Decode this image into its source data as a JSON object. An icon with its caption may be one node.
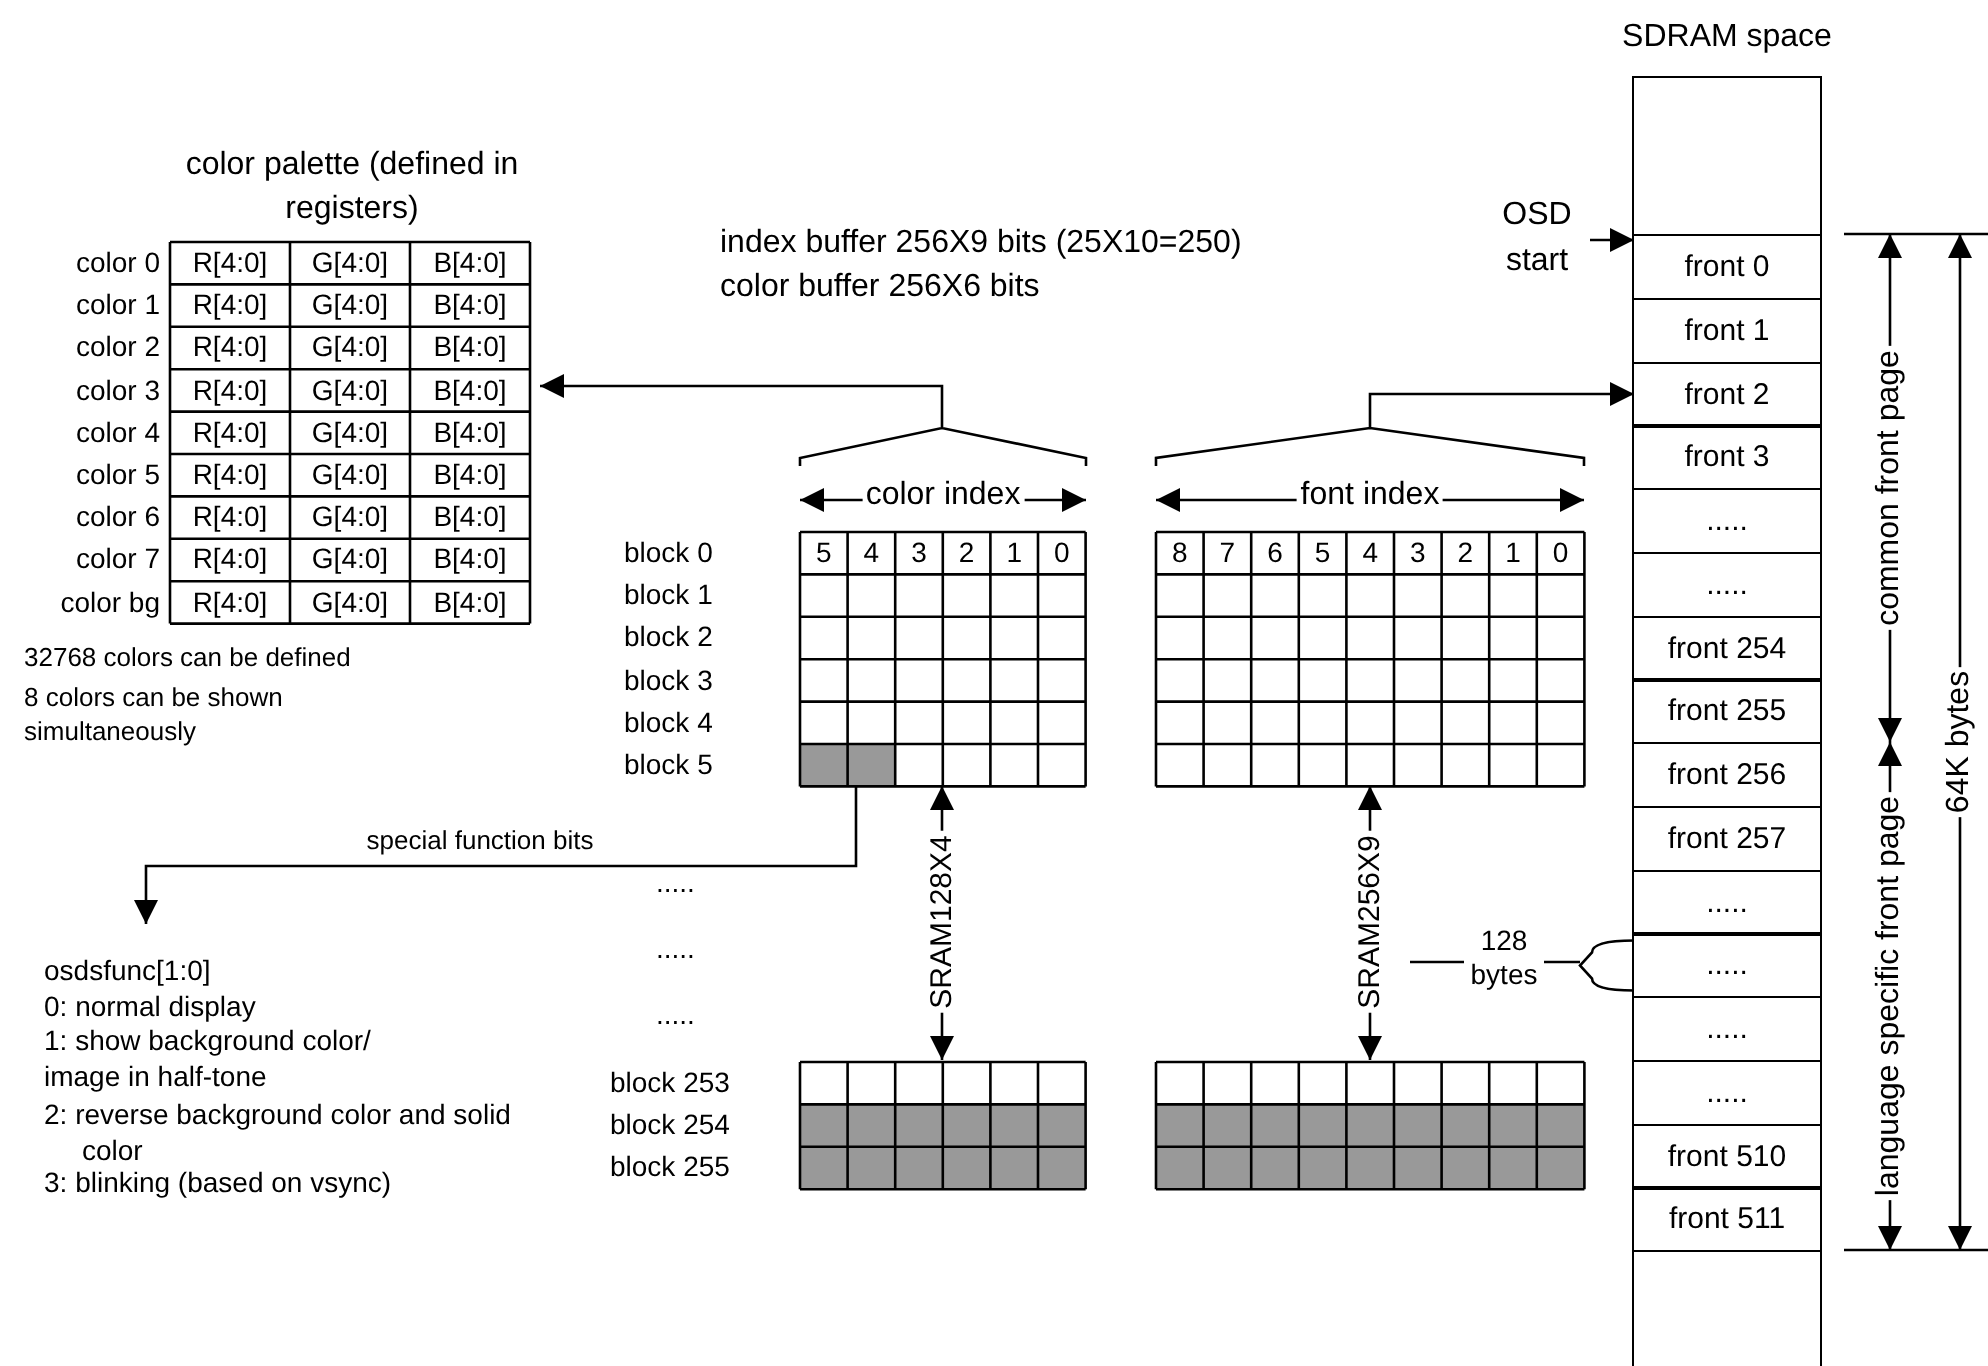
{
  "diagram": {
    "nodes": [
      {
        "text": [
          "color palette (defined in registers)"
        ]
      },
      {
        "text": [
          "color index"
        ]
      },
      {
        "text": [
          "font index"
        ]
      },
      {
        "text": [],
        "shape": "box"
      },
      {
        "text": [],
        "shape": "box"
      },
      {
        "text": [
          "osdsfunc[1:0]",
          "0: normal display",
          "1: show background color/ image in half-tone",
          "2: reverse background color and solid color",
          "3: blinking (based on vsync)"
        ]
      },
      {
        "text": [
          "OSD start"
        ]
      },
      {
        "text": [
          "SDRAM space"
        ]
      },
      {
        "text": [
          "front 0"
        ],
        "in": 7
      },
      {
        "text": [
          "front 1"
        ],
        "in": 7
      },
      {
        "text": [
          "front 2"
        ],
        "in": 7
      },
      {
        "text": [
          "front 3"
        ],
        "in": 7
      },
      {
        "text": [
          "....."
        ],
        "in": 7
      },
      {
        "text": [
          "....."
        ],
        "in": 7
      },
      {
        "text": [
          "front 254"
        ],
        "in": 7
      },
      {
        "text": [
          "front 255"
        ],
        "in": 7
      },
      {
        "text": [
          "front 256"
        ],
        "in": 7
      },
      {
        "text": [
          "front 257"
        ],
        "in": 7
      },
      {
        "text": [
          "....."
        ],
        "in": 7
      },
      {
        "text": [
          "....."
        ],
        "in": 7
      },
      {
        "text": [
          "....."
        ],
        "in": 7
      },
      {
        "text": [
          "....."
        ],
        "in": 7
      },
      {
        "text": [
          "front 510"
        ],
        "in": 7
      },
      {
        "text": [
          "front 511"
        ],
        "in": 7
      },
      {
        "text": [
          "128 bytes"
        ]
      }
    ],
    "edges": [
      {
        "from": 1,
        "to": 0,
        "arrow": "to"
      },
      {
        "from": 2,
        "to": 10,
        "arrow": "to"
      },
      {
        "from": 6,
        "to": 8,
        "arrow": "to"
      },
      {
        "from": 1,
        "to": 3,
        "arrow": "both",
        "label": "SRAM128X4"
      },
      {
        "from": 2,
        "to": 4,
        "arrow": "both",
        "label": "SRAM256X9"
      },
      {
        "from": 1,
        "to": 5,
        "arrow": "to",
        "label": "special function bits"
      },
      {
        "from": 24,
        "to": 19,
        "arrow": "none"
      }
    ],
    "labels": [
      "index buffer 256X9 bits (25X10=250)",
      "color buffer 256X6 bits",
      "color 0",
      "R[4:0]",
      "G[4:0]",
      "B[4:0]",
      "color 1",
      "R[4:0]",
      "G[4:0]",
      "B[4:0]",
      "color 2",
      "R[4:0]",
      "G[4:0]",
      "B[4:0]",
      "color 3",
      "R[4:0]",
      "G[4:0]",
      "B[4:0]",
      "color 4",
      "R[4:0]",
      "G[4:0]",
      "B[4:0]",
      "color 5",
      "R[4:0]",
      "G[4:0]",
      "B[4:0]",
      "color 6",
      "R[4:0]",
      "G[4:0]",
      "B[4:0]",
      "color 7",
      "R[4:0]",
      "G[4:0]",
      "B[4:0]",
      "color bg",
      "R[4:0]",
      "G[4:0]",
      "B[4:0]",
      "block 0",
      "5",
      "4",
      "3",
      "2",
      "1",
      "0",
      "8",
      "7",
      "6",
      "5",
      "4",
      "3",
      "2",
      "1",
      "0",
      "block 1",
      "block 2",
      "32768 colors can be defined",
      "block 3",
      "8 colors can be shown simultaneously",
      "block 4",
      "block 5",
      ".....",
      ".....",
      ".....",
      "block 253",
      "block 254",
      "block 255",
      "common front page",
      "language specific front page",
      "64K bytes"
    ]
  }
}
